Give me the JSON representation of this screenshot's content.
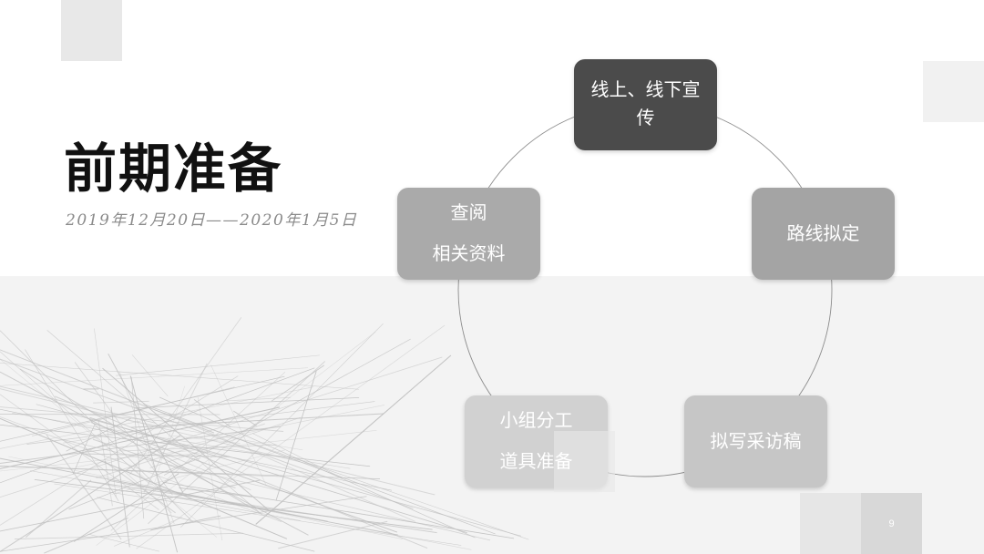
{
  "slide": {
    "title": "前期准备",
    "date_range": "2019年12月20日——2020年1月5日",
    "page_number": "9"
  },
  "cycle": {
    "nodes": [
      {
        "lines": [
          "线上、线下宣传"
        ],
        "fill": "#4b4b4b"
      },
      {
        "lines": [
          "路线拟定"
        ],
        "fill": "#a4a4a4"
      },
      {
        "lines": [
          "拟写采访稿"
        ],
        "fill": "#c6c6c6"
      },
      {
        "lines": [
          "小组分工",
          "道具准备"
        ],
        "fill": "#d1d1d1"
      },
      {
        "lines": [
          "查阅",
          "相关资料"
        ],
        "fill": "#aaaaaa"
      }
    ],
    "connector_color": "#8c8c8c"
  },
  "colors": {
    "background": "#ffffff",
    "band": "#f3f3f3",
    "title": "#111111",
    "subtitle": "#8a8a8a",
    "line_art": "#bfbfbf"
  }
}
